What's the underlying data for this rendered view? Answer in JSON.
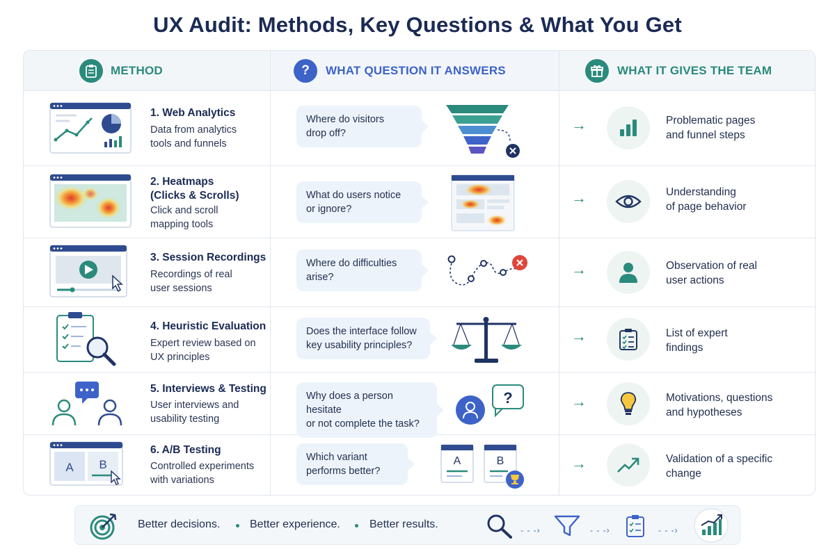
{
  "title": "UX Audit: Methods, Key Questions & What You Get",
  "headers": {
    "method": "METHOD",
    "question": "WHAT QUESTION IT ANSWERS",
    "gives": "WHAT IT GIVES THE TEAM"
  },
  "colors": {
    "teal": "#2a8a7c",
    "blue": "#3d63c8",
    "navy": "#1b2a55"
  },
  "rows": [
    {
      "title": "1. Web Analytics",
      "desc": [
        "Data from analytics",
        "tools and funnels"
      ],
      "question": [
        "Where do visitors",
        "drop off?"
      ],
      "gives": [
        "Problematic pages",
        "and funnel steps"
      ],
      "icon": "bar-chart-icon"
    },
    {
      "title": "2. Heatmaps",
      "title2": "(Clicks & Scrolls)",
      "desc": [
        "Click and scroll",
        "mapping tools"
      ],
      "question": [
        "What do users notice",
        "or ignore?"
      ],
      "gives": [
        "Understanding",
        "of page behavior"
      ],
      "icon": "eye-icon"
    },
    {
      "title": "3. Session Recordings",
      "desc": [
        "Recordings of real",
        "user sessions"
      ],
      "question": [
        "Where do difficulties",
        "arise?"
      ],
      "gives": [
        "Observation of real",
        "user actions"
      ],
      "icon": "user-icon"
    },
    {
      "title": "4. Heuristic Evaluation",
      "desc": [
        "Expert review based on",
        "UX principles"
      ],
      "question": [
        "Does the interface follow",
        "key usability principles?"
      ],
      "gives": [
        "List of expert",
        "findings"
      ],
      "icon": "checklist-icon"
    },
    {
      "title": "5. Interviews & Testing",
      "desc": [
        "User interviews and",
        "usability testing"
      ],
      "question": [
        "Why does a person hesitate",
        "or not complete the task?"
      ],
      "gives": [
        "Motivations, questions",
        "and hypotheses"
      ],
      "icon": "lightbulb-icon"
    },
    {
      "title": "6. A/B Testing",
      "desc": [
        "Controlled experiments",
        "with variations"
      ],
      "question": [
        "Which variant",
        "performs better?"
      ],
      "gives": [
        "Validation of a specific",
        "change"
      ],
      "icon": "trend-up-icon"
    }
  ],
  "footer": {
    "t1": "Better decisions.",
    "t2": "Better experience.",
    "t3": "Better results."
  },
  "ab_labels": {
    "a": "A",
    "b": "B"
  },
  "question_mark": "?"
}
